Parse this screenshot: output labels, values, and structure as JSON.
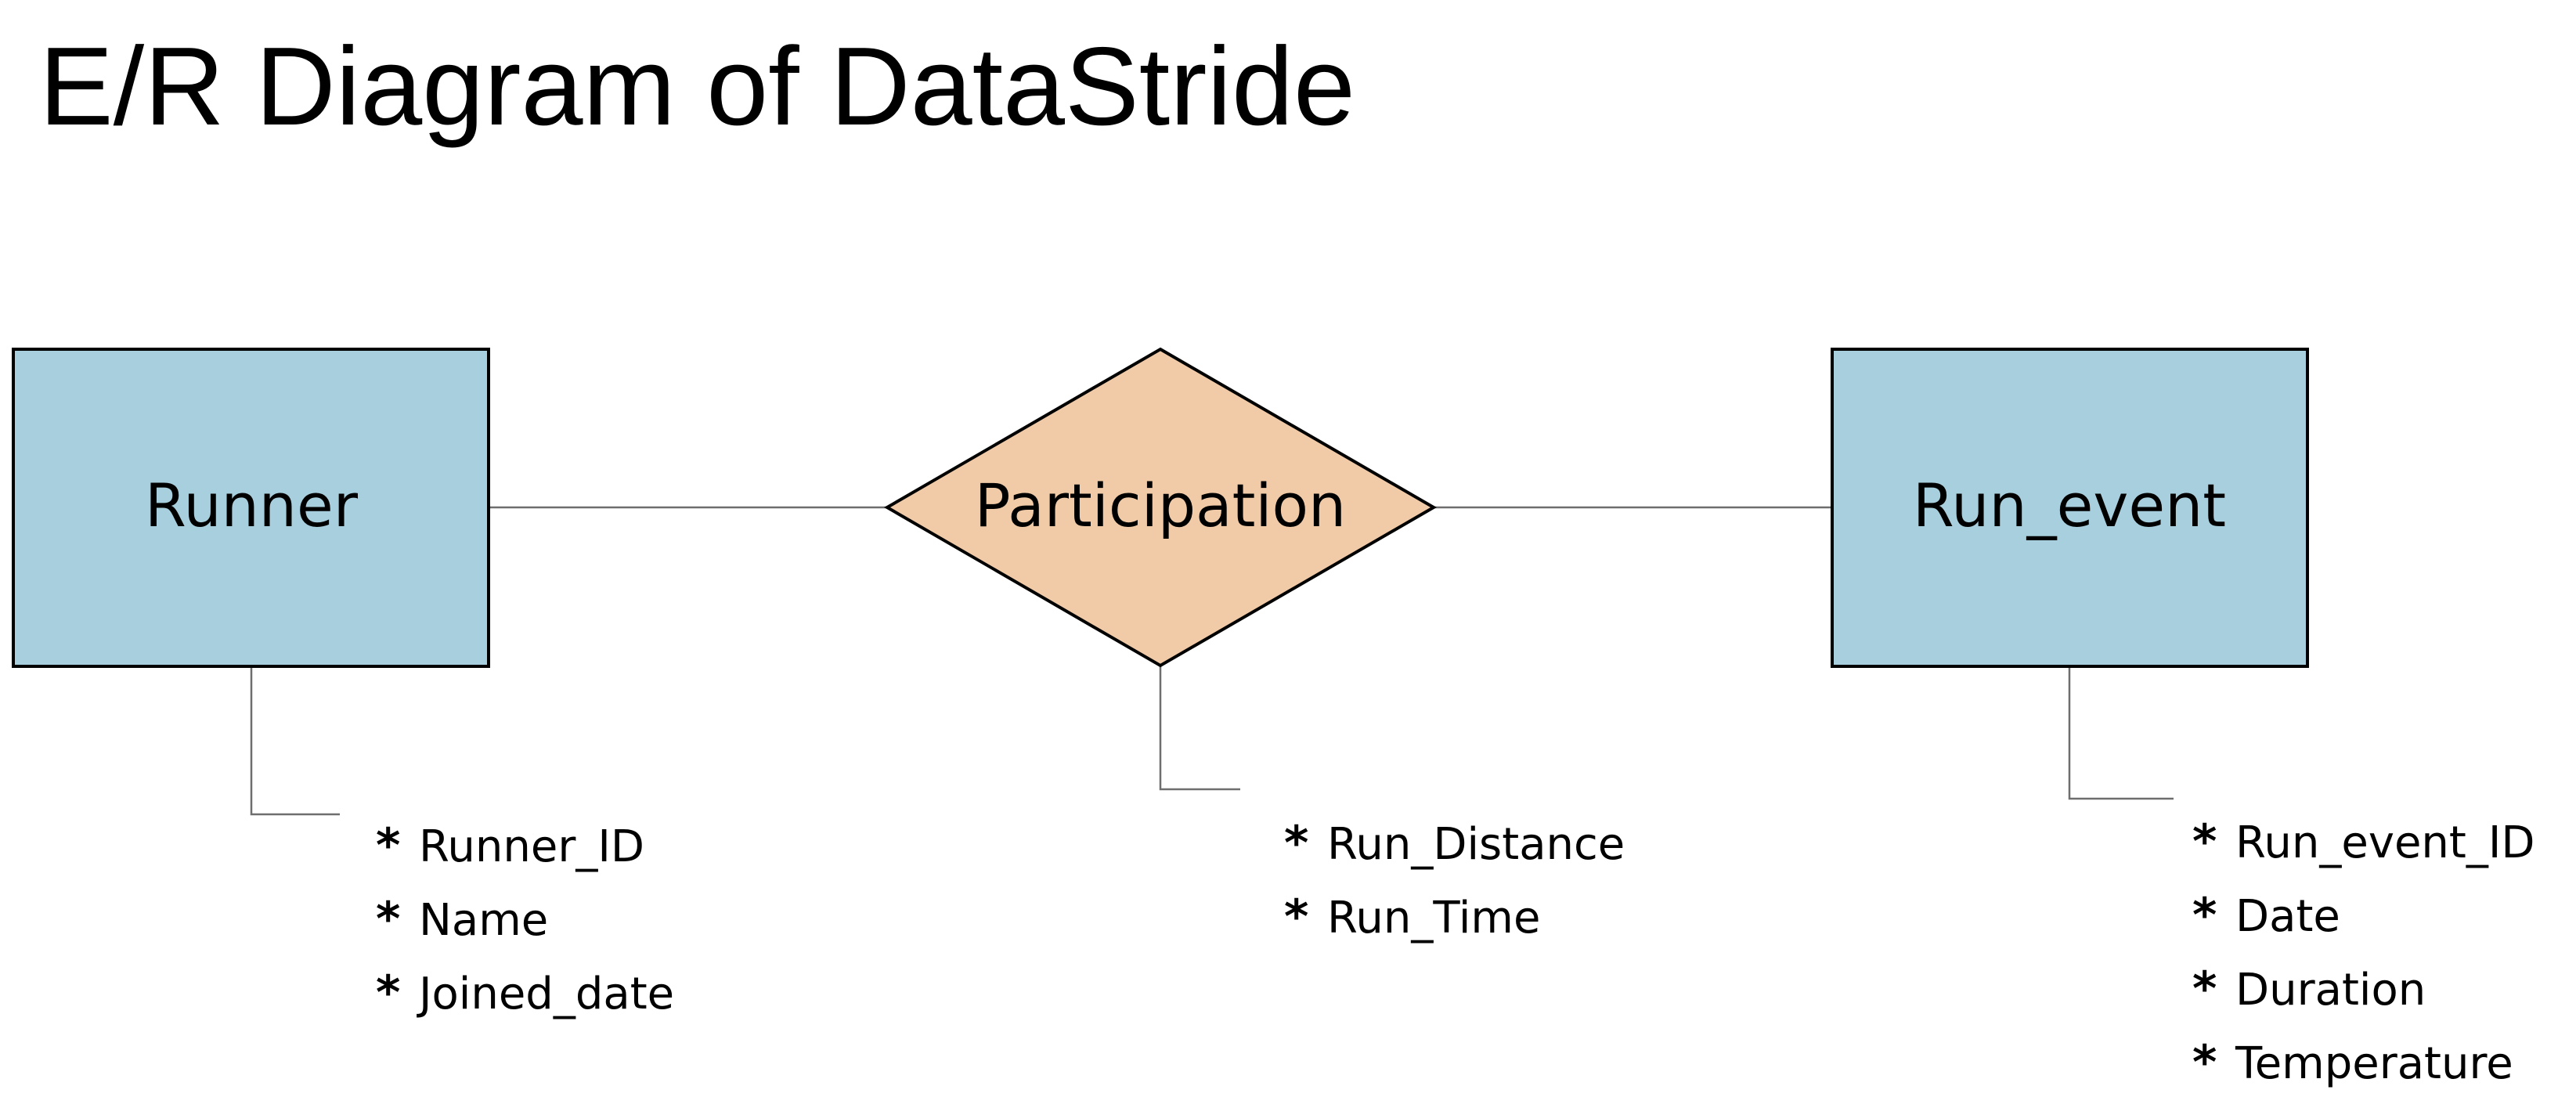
{
  "title": "E/R Diagram of DataStride",
  "colors": {
    "entity_fill": "#a8cfdd",
    "relationship_fill": "#f1cba8",
    "outline": "#000000",
    "connector": "#6e6e6e"
  },
  "entities": [
    {
      "name": "Runner",
      "attributes": [
        "Runner_ID",
        "Name",
        "Joined_date"
      ]
    },
    {
      "name": "Run_event",
      "attributes": [
        "Run_event_ID",
        "Date",
        "Duration",
        "Temperature"
      ]
    }
  ],
  "relationship": {
    "name": "Participation",
    "attributes": [
      "Run_Distance",
      "Run_Time"
    ]
  },
  "attribute_marker": "*"
}
